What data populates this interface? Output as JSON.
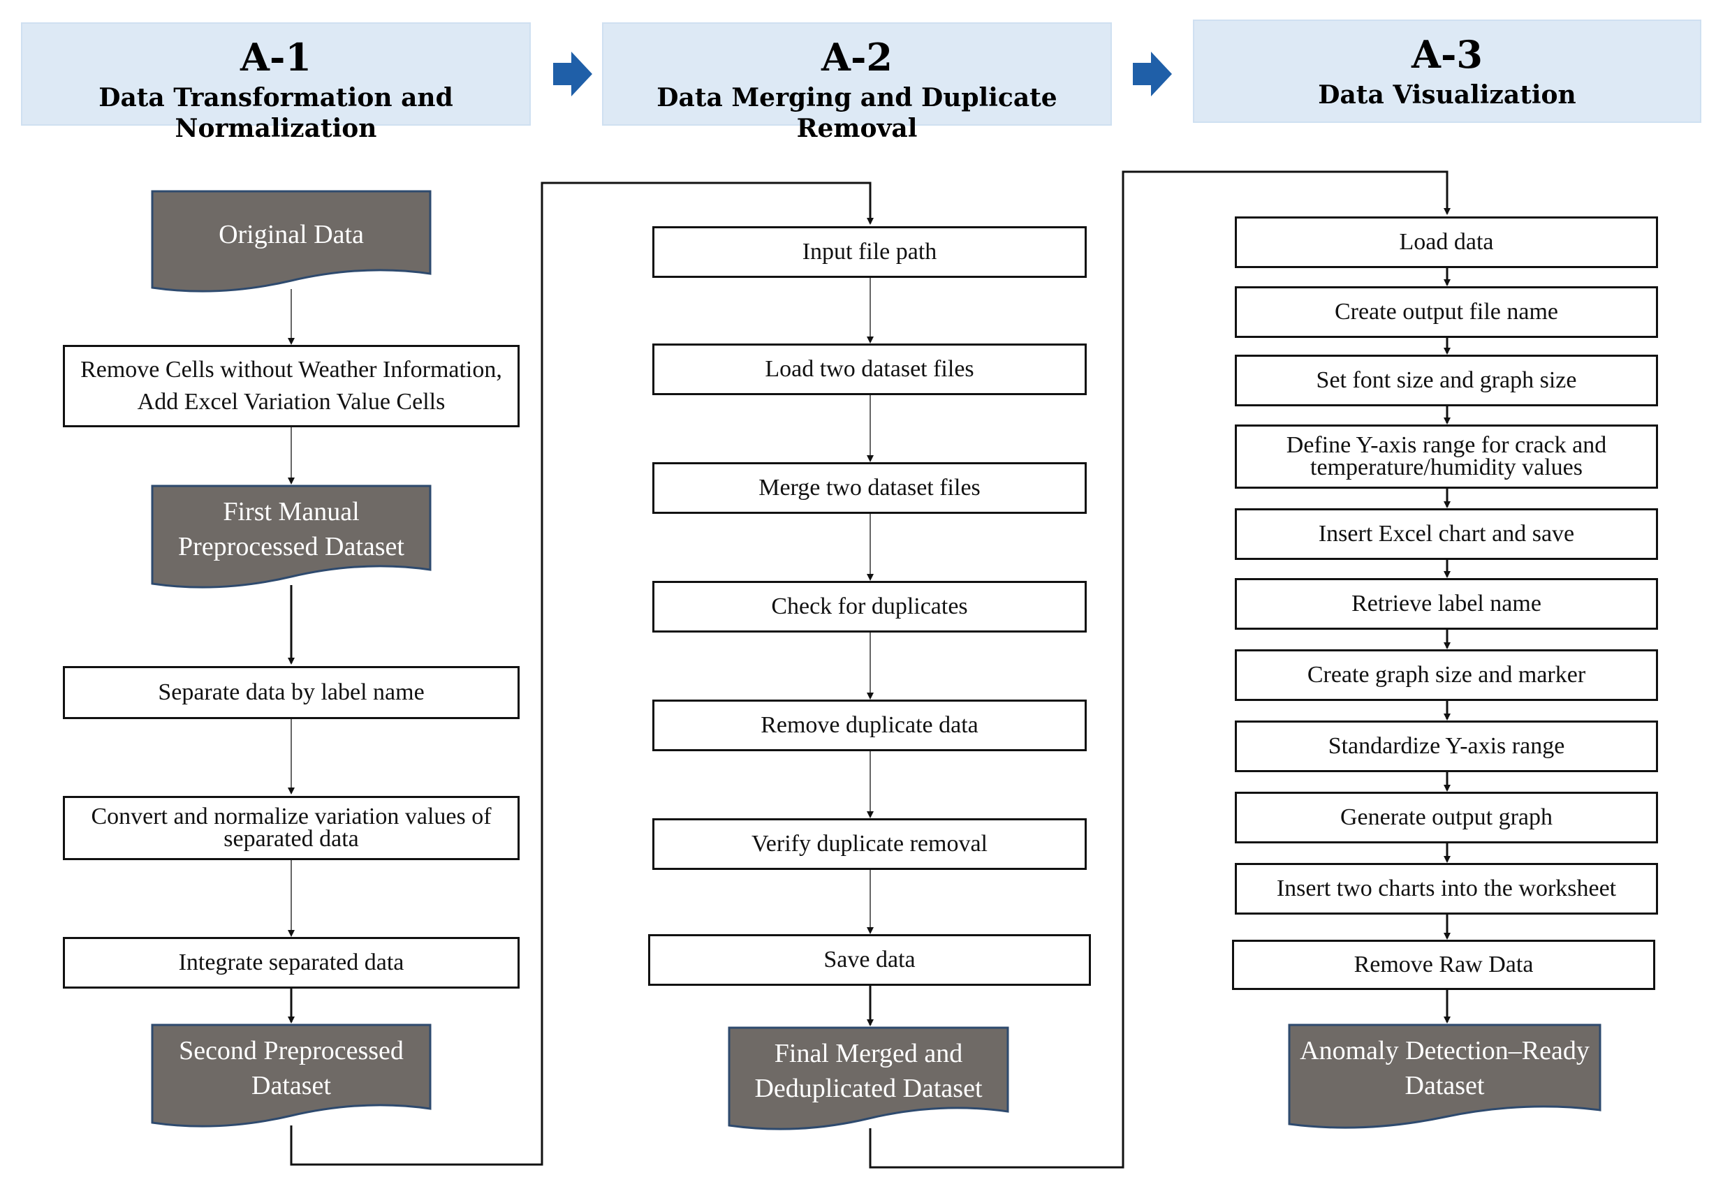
{
  "headers": [
    {
      "code": "A-1",
      "title": "Data Transformation and Normalization"
    },
    {
      "code": "A-2",
      "title": "Data Merging and Duplicate Removal"
    },
    {
      "code": "A-3",
      "title": "Data Visualization"
    }
  ],
  "a1": {
    "original_data": "Original Data",
    "step1": "Remove Cells without Weather Information, Add Excel Variation Value Cells",
    "first_dataset": "First Manual Preprocessed Dataset",
    "step2": "Separate data by label name",
    "step3": "Convert and normalize variation values of separated data",
    "step4": "Integrate separated data",
    "second_dataset": "Second Preprocessed Dataset"
  },
  "a2": {
    "step1": "Input file path",
    "step2": "Load two dataset files",
    "step3": "Merge two dataset files",
    "step4": "Check for duplicates",
    "step5": "Remove duplicate data",
    "step6": "Verify duplicate removal",
    "step7": "Save data",
    "final_dataset": "Final Merged and Deduplicated Dataset"
  },
  "a3": {
    "step1": "Load data",
    "step2": "Create output file name",
    "step3": "Set font size and graph size",
    "step4": "Define Y-axis range for crack and temperature/humidity values",
    "step5": "Insert Excel chart and save",
    "step6": "Retrieve label name",
    "step7": "Create graph size and marker",
    "step8": "Standardize Y-axis range",
    "step9": "Generate output graph",
    "step10": "Insert two charts into the worksheet",
    "step11": "Remove Raw Data",
    "final_dataset": "Anomaly Detection–Ready Dataset"
  },
  "colors": {
    "header_bg": "#dde9f5",
    "dataset_fill": "#6f6a66",
    "arrow_blue": "#1f5fa8"
  }
}
